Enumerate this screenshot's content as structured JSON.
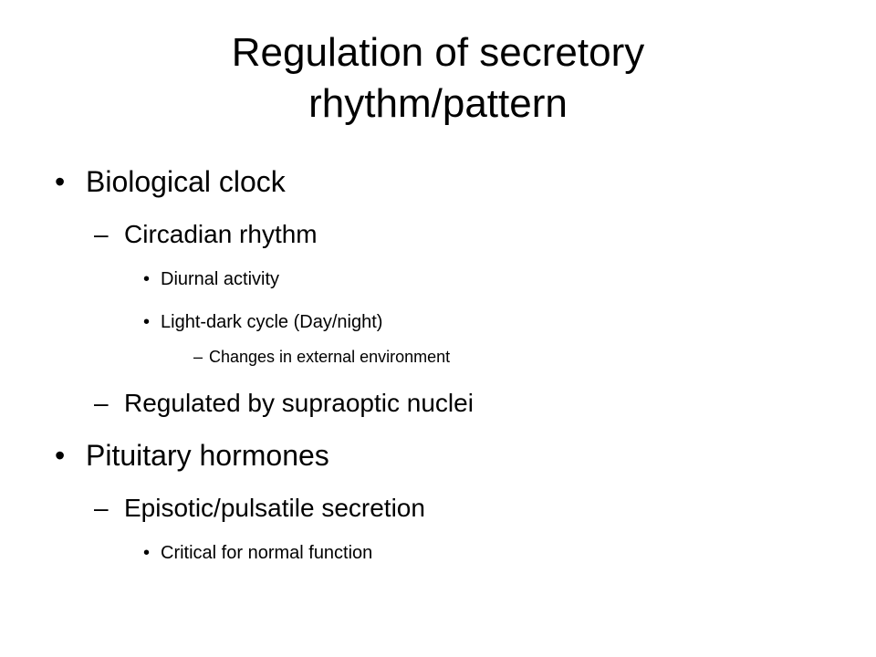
{
  "slide": {
    "title_line1": "Regulation of secretory",
    "title_line2": "rhythm/pattern",
    "items": [
      {
        "level": 1,
        "marker": "•",
        "text": "Biological clock"
      },
      {
        "level": 2,
        "marker": "–",
        "text": "Circadian rhythm"
      },
      {
        "level": 3,
        "marker": "•",
        "text": "Diurnal activity"
      },
      {
        "level": 3,
        "marker": "•",
        "text": "Light-dark cycle (Day/night)"
      },
      {
        "level": 4,
        "marker": "–",
        "text": "Changes in external environment"
      },
      {
        "level": 2,
        "marker": "–",
        "text": "Regulated by supraoptic nuclei"
      },
      {
        "level": 1,
        "marker": "•",
        "text": "Pituitary hormones"
      },
      {
        "level": 2,
        "marker": "–",
        "text": "Episotic/pulsatile secretion"
      },
      {
        "level": 3,
        "marker": "•",
        "text": "Critical for normal function"
      }
    ]
  }
}
